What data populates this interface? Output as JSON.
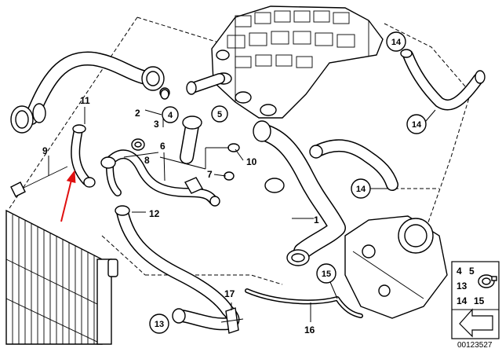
{
  "diagram": {
    "reference_number": "00123527",
    "accent_color": "#e01010",
    "labels": {
      "l1": "1",
      "l2": "2",
      "l3": "3",
      "l6": "6",
      "l7": "7",
      "l8": "8",
      "l9": "9",
      "l10": "10",
      "l11": "11",
      "l12": "12",
      "l16": "16",
      "l17": "17"
    },
    "circled_labels": {
      "c4": "4",
      "c5": "5",
      "c13": "13",
      "c14a": "14",
      "c14b": "14",
      "c14c": "14",
      "c15": "15"
    },
    "legend": {
      "r1a": "4",
      "r1b": "5",
      "r2": "13",
      "r3a": "14",
      "r3b": "15"
    }
  }
}
